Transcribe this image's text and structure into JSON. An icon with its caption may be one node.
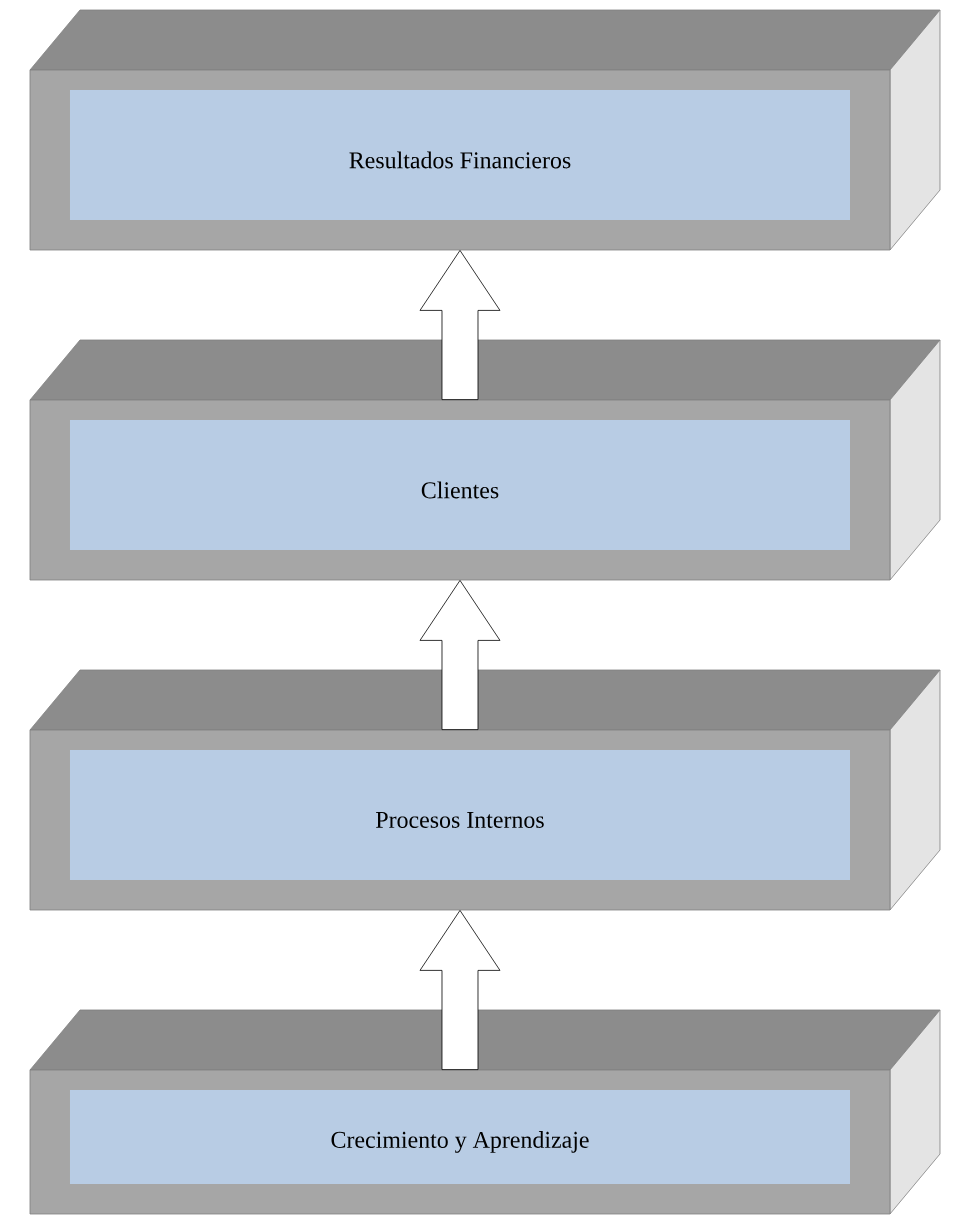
{
  "diagram": {
    "nodes": [
      {
        "text": [
          "Resultados Financieros"
        ]
      },
      {
        "text": [
          "Clientes"
        ]
      },
      {
        "text": [
          "Procesos Internos"
        ]
      },
      {
        "text": [
          "Crecimiento y Aprendizaje"
        ]
      }
    ],
    "edges": [
      {
        "from": 1,
        "to": 0,
        "arrow": "to"
      },
      {
        "from": 2,
        "to": 1,
        "arrow": "to"
      },
      {
        "from": 3,
        "to": 2,
        "arrow": "to"
      }
    ]
  }
}
